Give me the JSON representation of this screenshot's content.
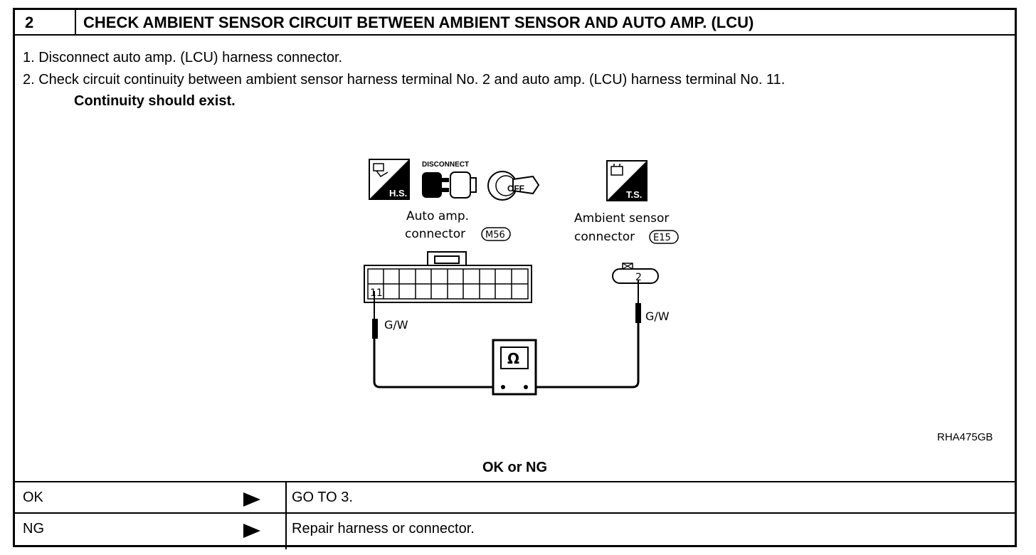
{
  "header": {
    "step_number": "2",
    "title": "CHECK AMBIENT SENSOR CIRCUIT BETWEEN AMBIENT SENSOR AND AUTO AMP. (LCU)"
  },
  "instructions": {
    "step1": "1. Disconnect auto amp. (LCU) harness connector.",
    "step2": "2. Check circuit continuity between ambient sensor harness terminal No. 2 and auto amp. (LCU) harness terminal No. 11.",
    "requirement": "Continuity should exist."
  },
  "diagram": {
    "hs_label": "H.S.",
    "ts_label": "T.S.",
    "disconnect_label": "DISCONNECT",
    "off_label": "OFF",
    "auto_amp_line1": "Auto amp.",
    "auto_amp_line2": "connector",
    "auto_amp_code": "M56",
    "ambient_line1": "Ambient sensor",
    "ambient_line2": "connector",
    "ambient_code": "E15",
    "terminal_auto": "11",
    "terminal_ambient": "2",
    "wire_left": "G/W",
    "wire_right": "G/W",
    "meter_symbol": "Ω",
    "figure_code": "RHA475GB"
  },
  "result_heading": "OK or NG",
  "results": [
    {
      "label": "OK",
      "action": "GO TO 3."
    },
    {
      "label": "NG",
      "action": "Repair harness or connector."
    }
  ]
}
